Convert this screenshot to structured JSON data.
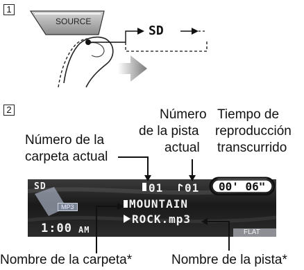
{
  "steps": {
    "step1": "1",
    "step2": "2"
  },
  "source_button": {
    "label": "SOURCE"
  },
  "flow": {
    "target": "SD"
  },
  "display": {
    "source": "SD",
    "format": "MP3",
    "clock": "1:00",
    "ampm": "AM",
    "folder_number": "01",
    "track_number": "01",
    "elapsed_time": "00' 06\"",
    "folder_name": "MOUNTAIN",
    "track_name": "ROCK.mp3",
    "eq_mode": "FLAT"
  },
  "labels": {
    "folder_number_line1": "Número de la",
    "folder_number_line2": "carpeta actual",
    "track_number_line1": "Número",
    "track_number_line2": "de la pista",
    "track_number_line3": "actual",
    "elapsed_line1": "Tiempo de",
    "elapsed_line2": "reproducción",
    "elapsed_line3": "transcurrido",
    "folder_name": "Nombre de la carpeta*",
    "track_name": "Nombre de la pista*"
  }
}
